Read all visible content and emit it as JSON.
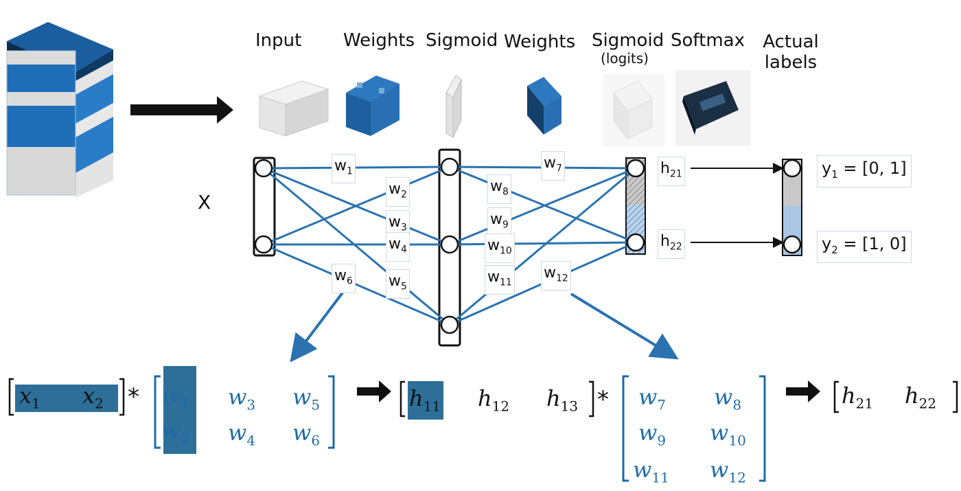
{
  "headers": {
    "input": "Input",
    "weights1": "Weights",
    "sigmoid": "Sigmoid",
    "weights2": "Weights",
    "sigmoid_logits": "Sigmoid",
    "sigmoid_logits_sub": "(logits)",
    "softmax": "Softmax",
    "actual_labels_line1": "Actual",
    "actual_labels_line2": "labels"
  },
  "x_label": "X",
  "weights": [
    "w",
    "w",
    "w",
    "w",
    "w",
    "w",
    "w",
    "w",
    "w",
    "w",
    "w",
    "w"
  ],
  "weight_subs": [
    "1",
    "2",
    "3",
    "4",
    "5",
    "6",
    "7",
    "8",
    "9",
    "10",
    "11",
    "12"
  ],
  "h_labels": {
    "h21_base": "h",
    "h21_sub": "21",
    "h22_base": "h",
    "h22_sub": "22"
  },
  "y_labels": {
    "y1_base": "y",
    "y1_sub": "1",
    "y1_value": " = [0, 1]",
    "y2_base": "y",
    "y2_sub": "2",
    "y2_value": " = [1, 0]"
  },
  "equation": {
    "x": [
      {
        "b": "x",
        "s": "1"
      },
      {
        "b": "x",
        "s": "2"
      }
    ],
    "w1_matrix": [
      [
        {
          "b": "w",
          "s": "1"
        },
        {
          "b": "w",
          "s": "3"
        },
        {
          "b": "w",
          "s": "5"
        }
      ],
      [
        {
          "b": "w",
          "s": "2"
        },
        {
          "b": "w",
          "s": "4"
        },
        {
          "b": "w",
          "s": "6"
        }
      ]
    ],
    "h1": [
      {
        "b": "h",
        "s": "11"
      },
      {
        "b": "h",
        "s": "12"
      },
      {
        "b": "h",
        "s": "13"
      }
    ],
    "w2_matrix": [
      [
        {
          "b": "w",
          "s": "7"
        },
        {
          "b": "w",
          "s": "8"
        }
      ],
      [
        {
          "b": "w",
          "s": "9"
        },
        {
          "b": "w",
          "s": "10"
        }
      ],
      [
        {
          "b": "w",
          "s": "11"
        },
        {
          "b": "w",
          "s": "12"
        }
      ]
    ],
    "h2": [
      {
        "b": "h",
        "s": "21"
      },
      {
        "b": "h",
        "s": "22"
      }
    ],
    "mult": "*"
  },
  "colors": {
    "edge": "#2a72b0",
    "highlight": "#2d6f99",
    "server_blue": "#1e6fb8",
    "dark": "#111111"
  },
  "icons": [
    "server-stack-icon",
    "input-block-icon",
    "weights1-block-icon",
    "sigmoid-slab-icon",
    "weights2-block-icon",
    "logits-block-icon",
    "softmax-block-icon"
  ]
}
